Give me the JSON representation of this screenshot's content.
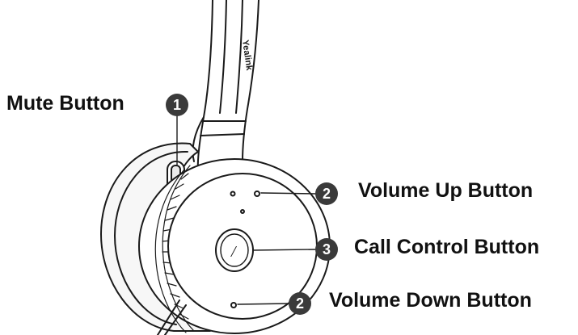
{
  "labels": {
    "mute": "Mute Button",
    "volume_up": "Volume Up Button",
    "call_control": "Call Control Button",
    "volume_down": "Volume Down Button"
  },
  "callouts": {
    "mute": "1",
    "volume_up": "2",
    "call_control": "3",
    "volume_down": "2"
  },
  "brand_text": "Yealink",
  "call_button_glyph": "/",
  "colors": {
    "line": "#1a1a1a",
    "callout_fill": "#3a3a3a",
    "label": "#111111",
    "cushion": "#f7f7f7",
    "cup": "#ffffff"
  },
  "icons": {
    "callout_marker": "numbered-circle-icon",
    "call_control": "call-control-icon"
  }
}
